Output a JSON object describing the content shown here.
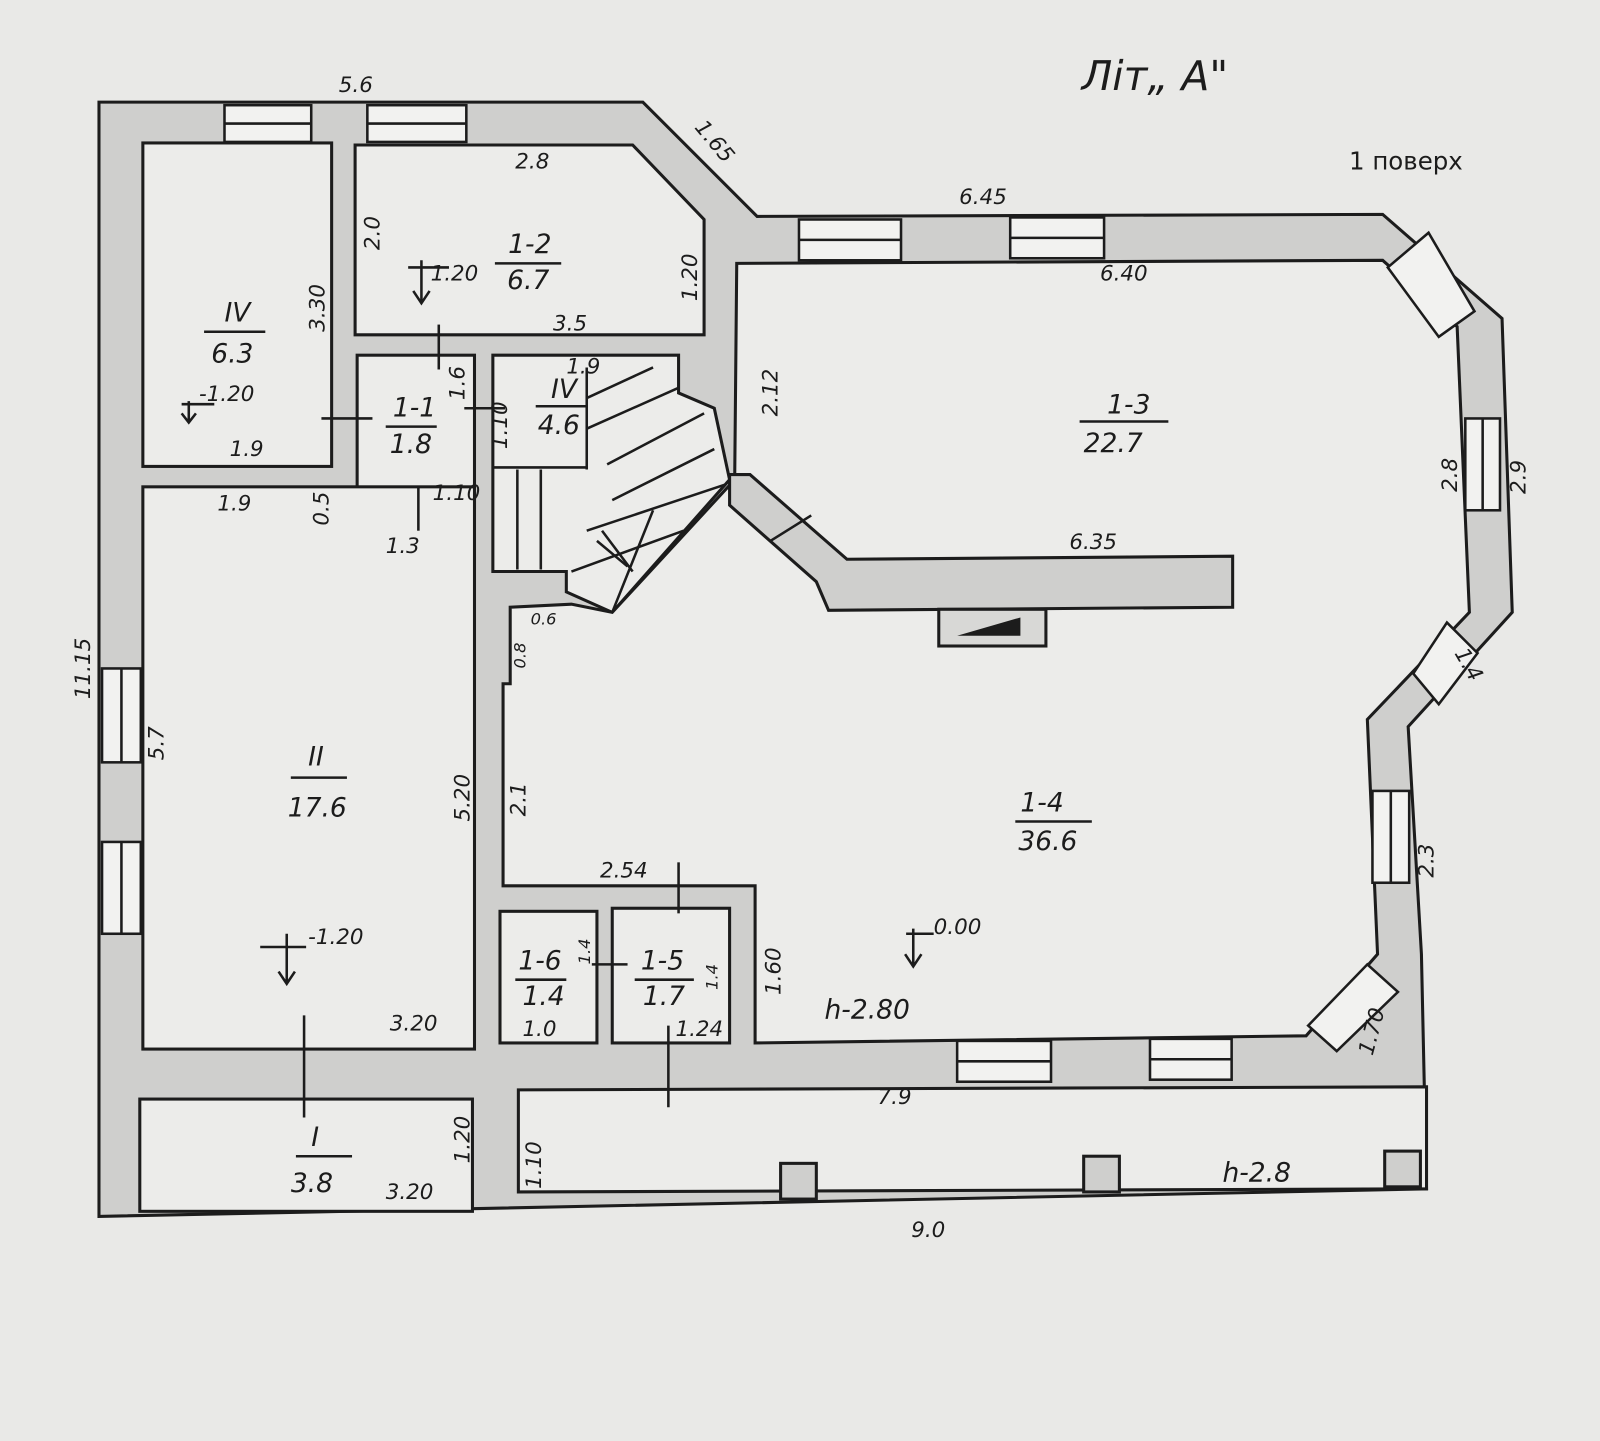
{
  "title": "Літ„ А\"",
  "floor_label": "1 поверх",
  "rooms": [
    {
      "id": "IV",
      "area": "6.3",
      "level": "-1.20"
    },
    {
      "id": "1-2",
      "area": "6.7",
      "level": "1.20"
    },
    {
      "id": "1-1",
      "area": "1.8"
    },
    {
      "id": "IV",
      "area": "4.6"
    },
    {
      "id": "1-3",
      "area": "22.7"
    },
    {
      "id": "II",
      "area": "17.6",
      "level": "-1.20"
    },
    {
      "id": "1-4",
      "area": "36.6",
      "level": "0.00"
    },
    {
      "id": "1-6",
      "area": "1.4"
    },
    {
      "id": "1-5",
      "area": "1.7"
    },
    {
      "id": "I",
      "area": "3.8"
    }
  ],
  "dimensions": {
    "top_left": "5.6",
    "diag_top": "1.65",
    "top_right": "6.45",
    "inner_top_right": "6.40",
    "r12_top": "2.8",
    "r12_left": "2.0",
    "r12_right": "1.20",
    "r12_bottom": "3.5",
    "r4_right": "3.30",
    "r4_bottom": "1.9",
    "r2_top": "1.9",
    "r2_wall": "0.5",
    "r11_side": "1.6",
    "r11_bottom": "1.10",
    "r11_door": "1.3",
    "stair_top": "1.9",
    "stair_side": "1.10",
    "r13_left": "2.12",
    "r13_right_a": "2.8",
    "r13_right_b": "2.9",
    "partition": "6.35",
    "step_a": "0.6",
    "step_b": "0.8",
    "overall_left": "11.15",
    "r2_left": "5.7",
    "r2_right": "5.20",
    "r14_left": "2.1",
    "r14_right_diag": "1.4",
    "r14_right": "2.3",
    "r15_top": "2.54",
    "r16_side": "1.4",
    "r16_bottom": "1.0",
    "r15_side": "1.4",
    "r15_bottom": "1.24",
    "r14_inner": "1.60",
    "height_main": "h-2.80",
    "r14_corner": "1.70",
    "r2_bottom": "3.20",
    "r1_bottom": "3.20",
    "r1_right": "1.20",
    "terrace_left": "1.10",
    "terrace_top": "7.9",
    "height_terrace": "h-2.8",
    "overall_bottom": "9.0"
  }
}
